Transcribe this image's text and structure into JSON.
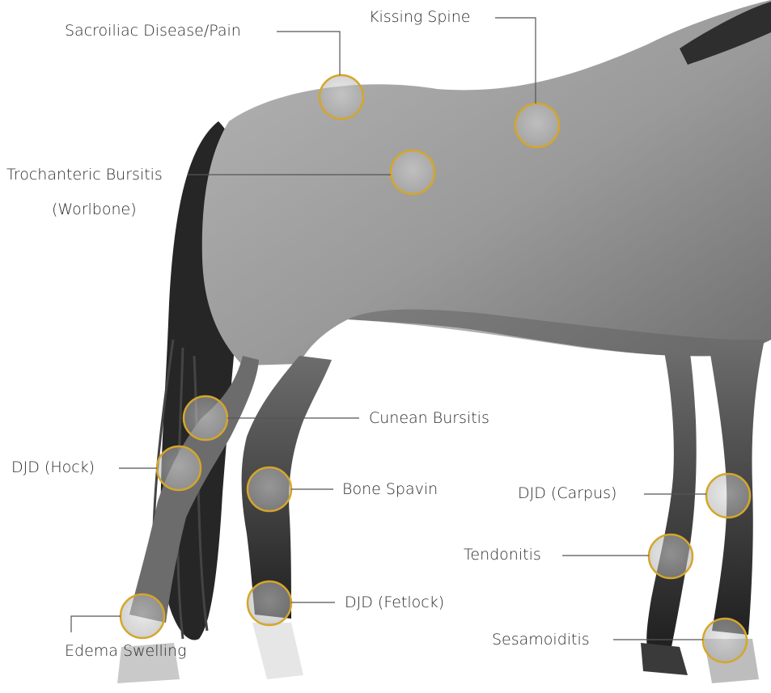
{
  "colors": {
    "background": "#ffffff",
    "marker_ring": "#d4a62a",
    "leader_line": "#555555",
    "label_text": "#2b2b2b",
    "body_dark": "#2a2a2a",
    "body_mid": "#8a8a8a",
    "body_light": "#b9b9b9"
  },
  "labels": {
    "kissing_spine": "Kissing Spine",
    "sacroiliac": "Sacroiliac Disease/Pain",
    "trochanteric_1": "Trochanteric Bursitis",
    "trochanteric_2": "(Worlbone)",
    "cunean": "Cunean Bursitis",
    "djd_hock": "DJD (Hock)",
    "bone_spavin": "Bone Spavin",
    "djd_carpus": "DJD (Carpus)",
    "tendonitis": "Tendonitis",
    "djd_fetlock": "DJD (Fetlock)",
    "sesamoiditis": "Sesamoiditis",
    "edema": "Edema Swelling"
  }
}
